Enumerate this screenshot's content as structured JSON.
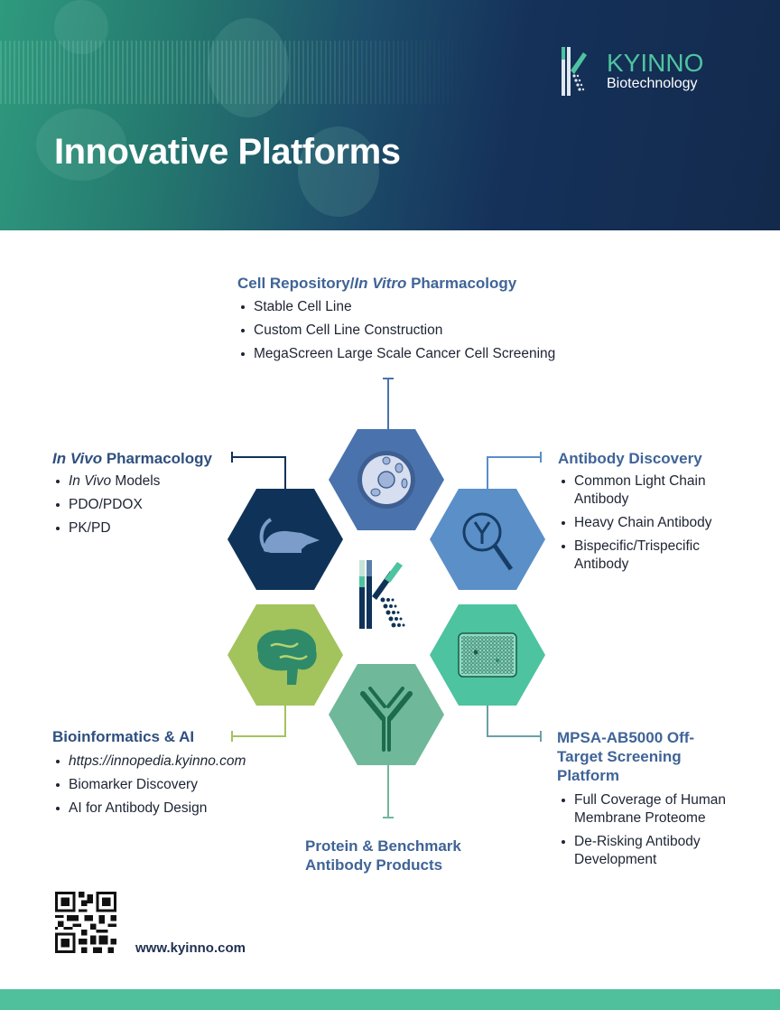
{
  "header": {
    "title": "Innovative Platforms",
    "logo_name": "KYINNO",
    "logo_sub": "Biotechnology"
  },
  "sections": {
    "cell": {
      "title_a": "Cell Repository/",
      "title_b": "In Vitro",
      "title_c": " Pharmacology",
      "items": [
        "Stable Cell Line",
        "Custom Cell Line Construction",
        "MegaScreen Large Scale Cancer Cell Screening"
      ]
    },
    "invivo": {
      "title_a": "In Vivo",
      "title_b": " Pharmacology",
      "items": [
        {
          "em": "In Vivo",
          "text": " Models"
        },
        {
          "text": "PDO/PDOX"
        },
        {
          "text": "PK/PD"
        }
      ]
    },
    "antibody": {
      "title": "Antibody Discovery",
      "items": [
        "Common Light Chain Antibody",
        "Heavy Chain Antibody",
        "Bispecific/Trispecific Antibody"
      ]
    },
    "bioinfo": {
      "title": "Bioinformatics & AI",
      "items": [
        "https://innopedia.kyinno.com",
        "Biomarker Discovery",
        "AI for Antibody Design"
      ]
    },
    "mpsa": {
      "title": "MPSA-AB5000 Off-Target Screening Platform",
      "items": [
        "Full Coverage of Human Membrane Proteome",
        "De-Risking Antibody Development"
      ]
    },
    "protein": {
      "title": "Protein & Benchmark Antibody Products"
    }
  },
  "footer": {
    "url": "www.kyinno.com"
  },
  "colors": {
    "cell": "#4a73ad",
    "invivo": "#0f3358",
    "antibody": "#5a8fc8",
    "bioinfo": "#a3c35c",
    "mpsa": "#4dc3a0",
    "protein": "#6fb89a",
    "footer": "#4fbf9c"
  }
}
